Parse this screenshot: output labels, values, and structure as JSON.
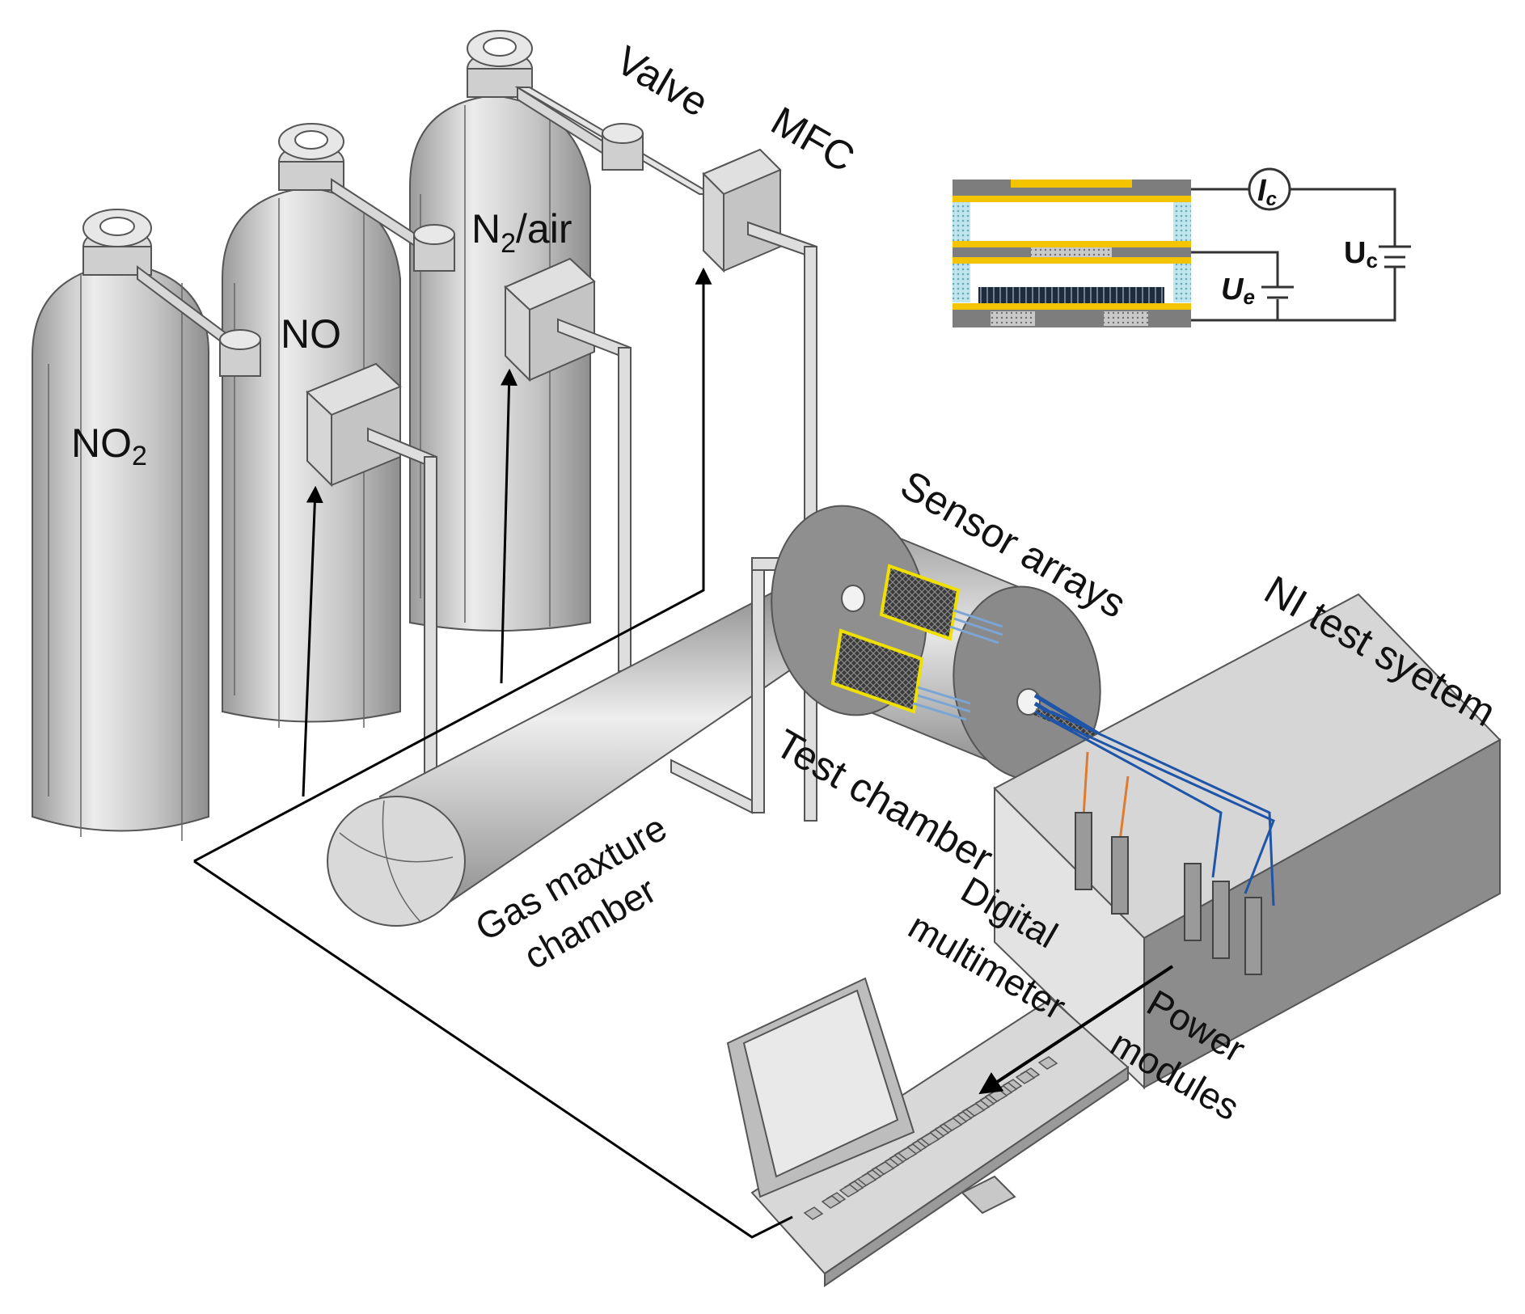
{
  "diagram": {
    "cylinders": [
      {
        "formula": "NO",
        "subscript": "2",
        "suffix": ""
      },
      {
        "formula": "NO",
        "subscript": "",
        "suffix": ""
      },
      {
        "formula": "N",
        "subscript": "2",
        "suffix": "/air"
      }
    ],
    "labels": {
      "valve": "Valve",
      "mfc": "MFC",
      "sensor_arrays": "Sensor arrays",
      "ni_test_system": "NI  test syetem",
      "test_chamber": "Test chamber",
      "gas_mixture_line1": "Gas maxture",
      "gas_mixture_line2": "chamber",
      "digital_line1": "Digital",
      "digital_line2": "multimeter",
      "power_line1": "Power",
      "power_line2": "modules"
    },
    "circuit": {
      "current": {
        "symbol": "I",
        "subscript": "c"
      },
      "collector_voltage": {
        "symbol": "U",
        "subscript": "c"
      },
      "emitter_voltage": {
        "symbol": "U",
        "subscript": "e"
      }
    },
    "colors": {
      "cylinder_body": "#c9c9c9",
      "gold_electrode": "#f5c400",
      "wire_blue": "#2a5ea8",
      "wire_orange": "#e07a2e",
      "sensor_outline": "#f0e000",
      "box_dark": "#8c8c8c"
    }
  }
}
